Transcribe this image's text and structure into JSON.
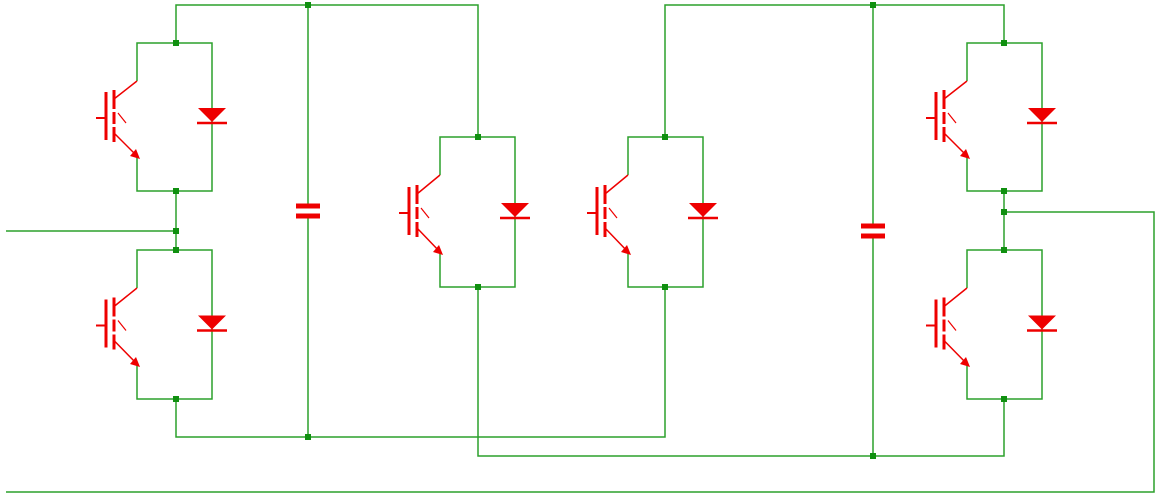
{
  "colors": {
    "background": "#ffffff",
    "wire": "#2ca02c",
    "junction": "#109010",
    "component": "#ee0000"
  },
  "components": [
    {
      "type": "igbt-diode-cell",
      "id": "Q1"
    },
    {
      "type": "igbt-diode-cell",
      "id": "Q2"
    },
    {
      "type": "capacitor",
      "id": "C1"
    },
    {
      "type": "igbt-diode-cell",
      "id": "Q3"
    },
    {
      "type": "igbt-diode-cell",
      "id": "Q4"
    },
    {
      "type": "capacitor",
      "id": "C2"
    },
    {
      "type": "igbt-diode-cell",
      "id": "Q5"
    },
    {
      "type": "igbt-diode-cell",
      "id": "Q6"
    }
  ]
}
